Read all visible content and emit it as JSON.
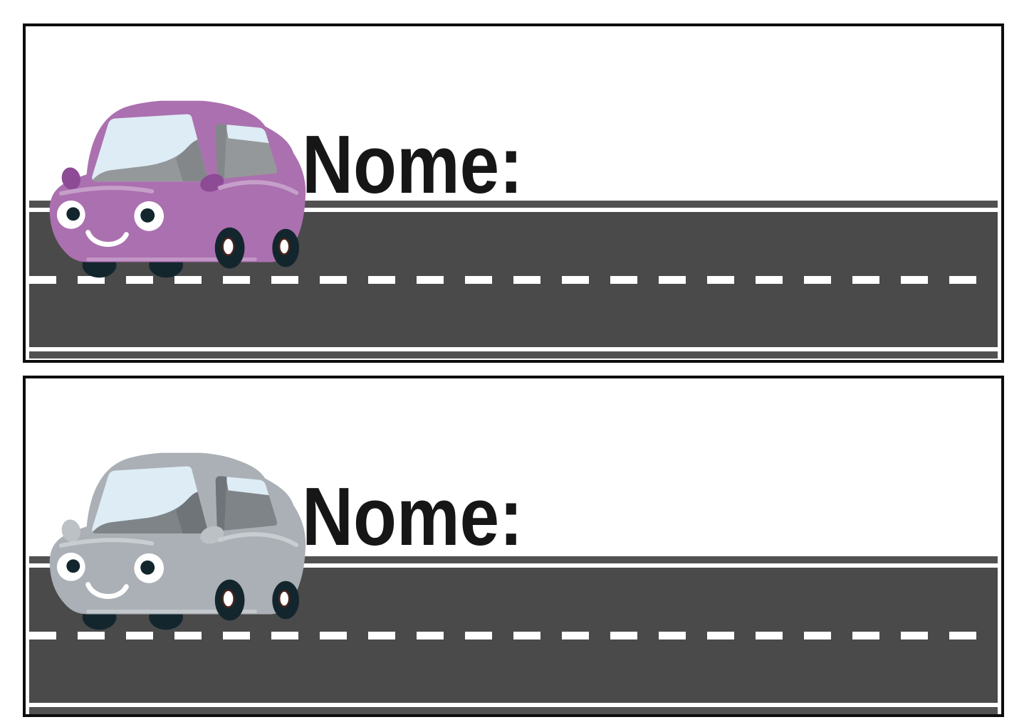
{
  "page": {
    "description": "Printable car-and-road themed classroom name tag cards",
    "background_color": "#ffffff",
    "card_border_color": "#0d0d0d",
    "label_text_color": "#161616"
  },
  "cards": [
    {
      "label": "Nome:",
      "car": {
        "name": "purple-car",
        "body_color": "#ab70af",
        "accent_color": "#8d4a95",
        "window_color": "#ddecf5",
        "interior_color": "#95989a",
        "wheel_color": "#13262d",
        "hubcap_color": "#ffffff",
        "highlight_color": "#c9a3cd"
      },
      "road": {
        "asphalt_color": "#4a4a4a",
        "edge_stripe_color": "#515151",
        "center_line_color": "#ffffff",
        "center_line_style": "dashed"
      }
    },
    {
      "label": "Nome:",
      "car": {
        "name": "gray-car",
        "body_color": "#aab0b5",
        "accent_color": "#bcc1c5",
        "window_color": "#ddecf5",
        "interior_color": "#7e8487",
        "wheel_color": "#13262d",
        "hubcap_color": "#ffffff",
        "highlight_color": "#cbd0d4"
      },
      "road": {
        "asphalt_color": "#4a4a4a",
        "edge_stripe_color": "#515151",
        "center_line_color": "#ffffff",
        "center_line_style": "dashed"
      }
    }
  ]
}
